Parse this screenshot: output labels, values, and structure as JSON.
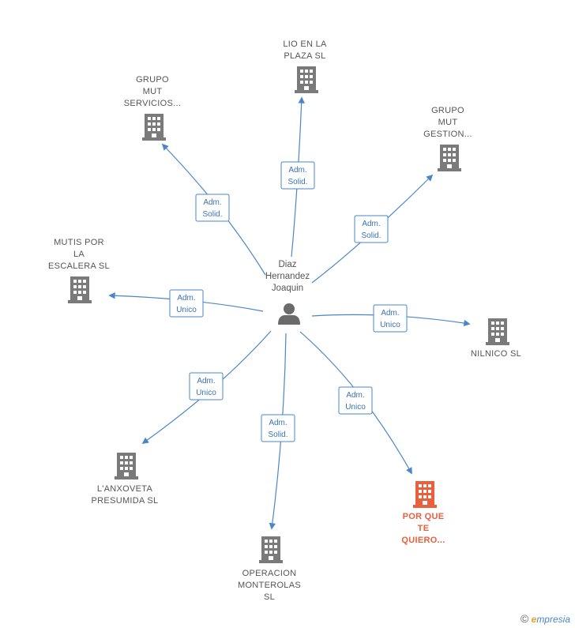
{
  "center": {
    "name_lines": [
      "Diaz",
      "Hernandez",
      "Joaquin"
    ]
  },
  "nodes": [
    {
      "id": "lio",
      "label_lines": [
        "LIO EN LA",
        "PLAZA  SL"
      ],
      "relation_lines": [
        "Adm.",
        "Solid."
      ],
      "highlight": false
    },
    {
      "id": "grupo-mut-servicios",
      "label_lines": [
        "GRUPO",
        "MUT",
        "SERVICIOS..."
      ],
      "relation_lines": [
        "Adm.",
        "Solid."
      ],
      "highlight": false
    },
    {
      "id": "grupo-mut-gestion",
      "label_lines": [
        "GRUPO",
        "MUT",
        "GESTION..."
      ],
      "relation_lines": [
        "Adm.",
        "Solid."
      ],
      "highlight": false
    },
    {
      "id": "mutis",
      "label_lines": [
        "MUTIS POR",
        "LA",
        "ESCALERA SL"
      ],
      "relation_lines": [
        "Adm.",
        "Unico"
      ],
      "highlight": false
    },
    {
      "id": "nilnico",
      "label_lines": [
        "NILNICO  SL"
      ],
      "relation_lines": [
        "Adm.",
        "Unico"
      ],
      "highlight": false
    },
    {
      "id": "anxoveta",
      "label_lines": [
        "L'ANXOVETA",
        "PRESUMIDA SL"
      ],
      "relation_lines": [
        "Adm.",
        "Unico"
      ],
      "highlight": false
    },
    {
      "id": "operacion",
      "label_lines": [
        "OPERACION",
        "MONTEROLAS",
        "SL"
      ],
      "relation_lines": [
        "Adm.",
        "Solid."
      ],
      "highlight": false
    },
    {
      "id": "porque",
      "label_lines": [
        "POR QUE",
        "TE",
        "QUIERO..."
      ],
      "relation_lines": [
        "Adm.",
        "Unico"
      ],
      "highlight": true
    }
  ],
  "colors": {
    "edge": "#4a86c9",
    "building": "#7a7a7a",
    "building_highlight": "#e8603c",
    "person": "#6b6b6b"
  },
  "footer": {
    "copyright": "©",
    "brand_first": "e",
    "brand_rest": "mpresia"
  }
}
